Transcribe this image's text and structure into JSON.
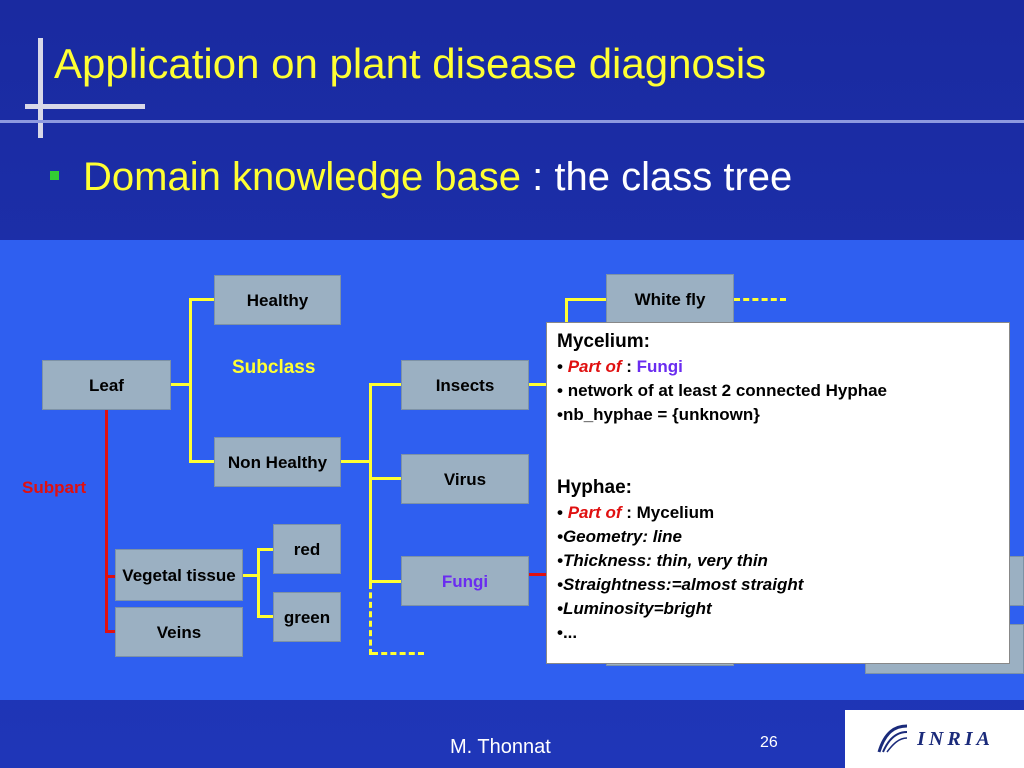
{
  "slide": {
    "title": "Application on plant disease diagnosis",
    "bullet_highlight": "Domain knowledge base",
    "bullet_rest": " : the class tree"
  },
  "tree": {
    "nodes": {
      "healthy": "Healthy",
      "leaf": "Leaf",
      "non_healthy": "Non Healthy",
      "insects": "Insects",
      "virus": "Virus",
      "fungi": "Fungi",
      "white_fly": "White fly",
      "vegetal_tissue": "Vegetal tissue",
      "veins": "Veins",
      "red": "red",
      "green": "green"
    },
    "labels": {
      "subclass": "Subclass",
      "subpart": "Subpart"
    }
  },
  "infobox": {
    "mycelium": {
      "title": "Mycelium:",
      "part_of_label": "Part of",
      "part_of_sep": " : ",
      "part_of_value": "Fungi",
      "line2": "network of at least 2 connected Hyphae",
      "line3": "nb_hyphae = {unknown}"
    },
    "hyphae": {
      "title": "Hyphae:",
      "part_of_label": "Part of",
      "part_of_value": " : Mycelium",
      "geometry": "Geometry: line",
      "thickness": "Thickness: thin, very thin",
      "straightness": "Straightness:=almost straight",
      "luminosity": "Luminosity=bright",
      "more": "..."
    }
  },
  "footer": {
    "author": "M. Thonnat",
    "page": "26",
    "logo_text": "INRIA"
  },
  "colors": {
    "background": "#1f36b8",
    "panel": "#2f5ff0",
    "title": "#ffff33",
    "node": "#9bb0c2",
    "subpart": "#e01010",
    "fungi_text": "#6a2cf0"
  }
}
